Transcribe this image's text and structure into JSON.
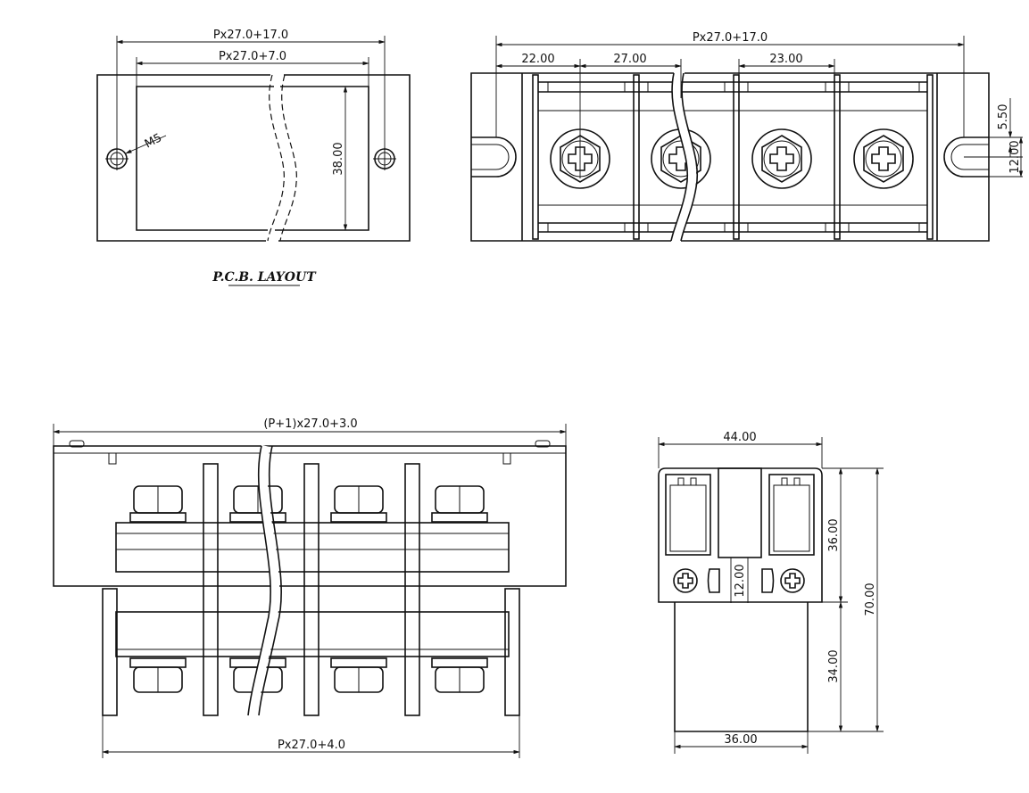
{
  "pcb_layout": {
    "caption": "P.C.B. LAYOUT",
    "dim_outer_width": "Px27.0+17.0",
    "dim_inner_width": "Px27.0+7.0",
    "dim_height": "38.00",
    "hole_label": "M5"
  },
  "top_view": {
    "dim_overall": "Px27.0+17.0",
    "dim_end_to_center": "22.00",
    "dim_pitch": "27.00",
    "dim_barrier_gap": "23.00",
    "dim_slot_offset": "5.50",
    "dim_slot_width": "12.00"
  },
  "front_view": {
    "dim_top": "(P+1)x27.0+3.0",
    "dim_bottom": "Px27.0+4.0"
  },
  "side_view": {
    "dim_width_top": "44.00",
    "dim_height_upper": "36.00",
    "dim_height_total": "70.00",
    "dim_height_lower": "34.00",
    "dim_terminal_gap": "12.00",
    "dim_width_bottom": "36.00"
  }
}
